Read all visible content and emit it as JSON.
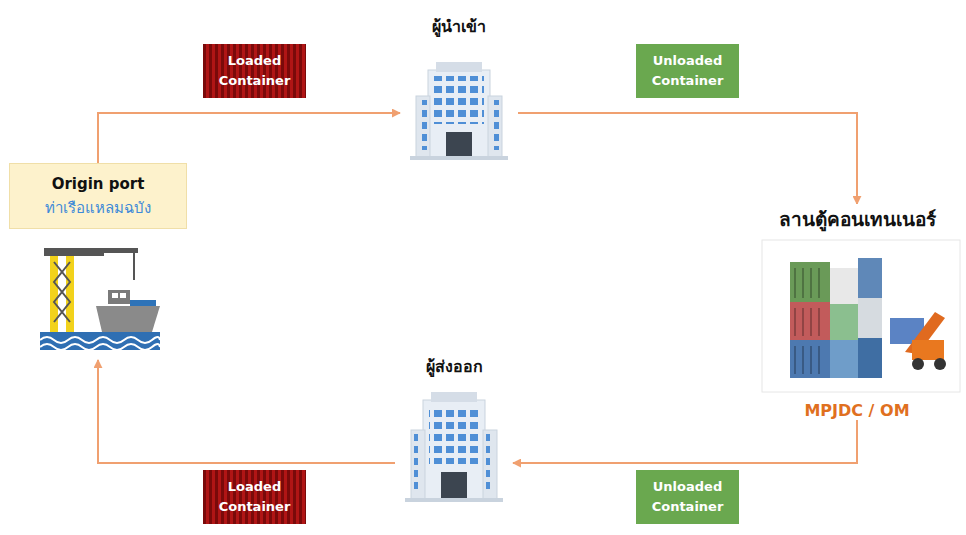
{
  "diagram": {
    "nodes": [
      {
        "text": [
          "Origin port",
          "ท่าเรือแหลมฉบัง"
        ]
      },
      {
        "text": [
          "ผู้นำเข้า"
        ]
      },
      {
        "text": [
          "ลานตู้คอนเทนเนอร์",
          "MPJDC / OM"
        ]
      },
      {
        "text": [
          "ผู้ส่งออก"
        ]
      }
    ],
    "edges": [
      {
        "from": 0,
        "to": 1,
        "label": "Loaded Container",
        "arrow": "to"
      },
      {
        "from": 1,
        "to": 2,
        "label": "Unloaded Container",
        "arrow": "to"
      },
      {
        "from": 2,
        "to": 3,
        "label": "Unloaded Container",
        "arrow": "to"
      },
      {
        "from": 3,
        "to": 0,
        "label": "Loaded Container",
        "arrow": "to"
      }
    ]
  }
}
